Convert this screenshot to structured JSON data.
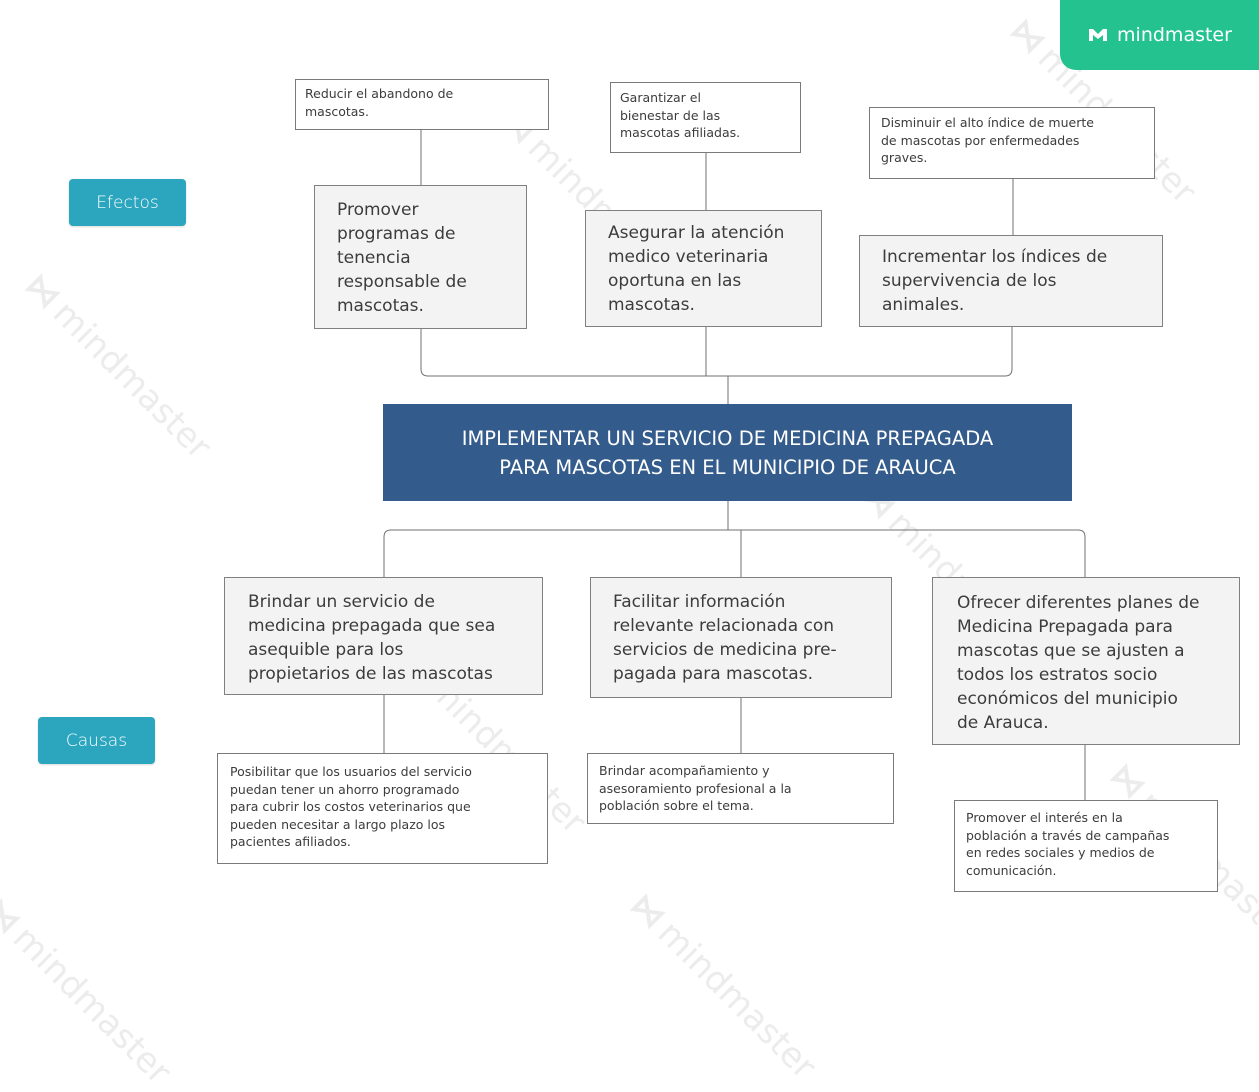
{
  "brand": {
    "name": "mindmaster",
    "color": "#23c28f"
  },
  "watermark": {
    "text": "mindmaster"
  },
  "tags": {
    "effects": "Efectos",
    "causes": "Causas",
    "color": "#2ba6be"
  },
  "central": {
    "text": "IMPLEMENTAR UN SERVICIO DE MEDICINA PREPAGADA\nPARA MASCOTAS EN EL MUNICIPIO DE ARAUCA",
    "color": "#335b8b"
  },
  "effects": [
    {
      "main": "Promover\nprogramas de\ntenencia\nresponsable de\nmascotas.",
      "detail": "Reducir el abandono de\nmascotas."
    },
    {
      "main": "Asegurar la atención\nmedico veterinaria\noportuna en las\nmascotas.",
      "detail": "Garantizar el\nbienestar de las\nmascotas afiliadas."
    },
    {
      "main": "Incrementar los índices de\nsupervivencia de los\nanimales.",
      "detail": "Disminuir el alto índice de muerte\nde mascotas por enfermedades\ngraves."
    }
  ],
  "causes": [
    {
      "main": "Brindar un servicio de\nmedicina prepagada que sea\nasequible para los\npropietarios de las mascotas",
      "detail": "Posibilitar que los usuarios del servicio\npuedan tener un ahorro programado\npara cubrir los costos veterinarios que\npueden necesitar a largo plazo los\npacientes afiliados."
    },
    {
      "main": "Facilitar información\nrelevante relacionada con\nservicios de medicina pre-\npagada para mascotas.",
      "detail": "Brindar acompañamiento y\nasesoramiento profesional a la\npoblación sobre el tema."
    },
    {
      "main": "Ofrecer diferentes planes de\nMedicina Prepagada para\nmascotas que se ajusten a\ntodos los estratos socio\neconómicos del municipio\nde Arauca.",
      "detail": "Promover el interés en la\npoblación a través de campañas\nen redes sociales y medios de\ncomunicación."
    }
  ]
}
